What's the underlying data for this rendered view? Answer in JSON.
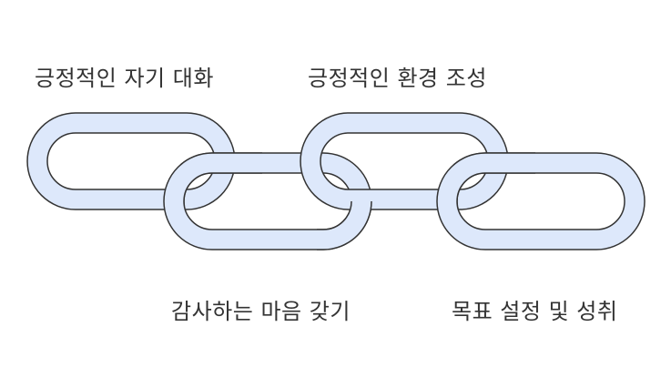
{
  "diagram": {
    "type": "chain",
    "links": [
      {
        "label": "긍정적인 자기 대화",
        "position": "top"
      },
      {
        "label": "감사하는 마음 갖기",
        "position": "bottom"
      },
      {
        "label": "긍정적인 환경 조성",
        "position": "top"
      },
      {
        "label": "목표 설정 및 성취",
        "position": "bottom"
      }
    ],
    "colors": {
      "link_fill": "#dde8fb",
      "link_stroke": "#333333",
      "label_text": "#333333"
    }
  }
}
